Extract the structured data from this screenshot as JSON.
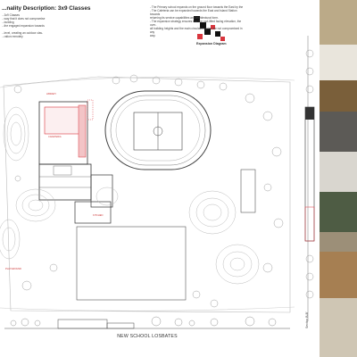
{
  "header": {
    "title": "...nality Description: 3x9 Classes",
    "left_text_lines": [
      "...3x9 Classes",
      "",
      "...way that it does not compromise",
      "...building",
      "...the engaged expansion towards"
    ],
    "left_text_lines2": [
      "...level, creating an outdoor clas-",
      "...ration remotely"
    ],
    "right_text_lines": [
      "- The Primary school expands on the ground floor towards the East by the",
      "- The Cafeteria can be expanded towards the East and Island Station towards",
      "  returning its service capabilities and architectural form.",
      "- The expansion strategy ensures that the roof-lifted facing elevation, the over-",
      "  all building heights and the main circulation spine are not compromised in any",
      "  way."
    ],
    "expansion_label": "Expansion Diagram"
  },
  "plan": {
    "title": "NEW SCHOOL LOSBATES",
    "section_label": "Section B-B'",
    "zone_labels": [
      "LIBRARY",
      "CAFETERIA",
      "PLAYGROUND",
      "KITCHEN"
    ]
  },
  "colors": {
    "accent": "#d9363e",
    "line": "#666666",
    "photo_dark": "#3a3a3a"
  }
}
